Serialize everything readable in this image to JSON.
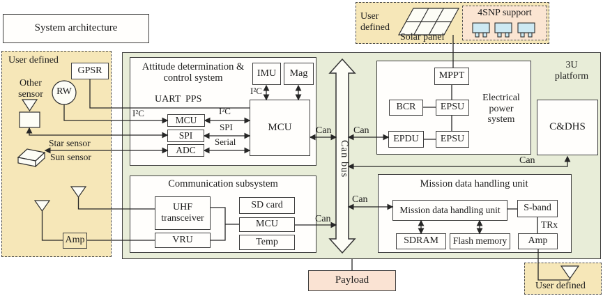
{
  "colors": {
    "panel_yellow": "#f6e7b8",
    "panel_green": "#e8edd8",
    "peach": "#fae3d3",
    "chip_blue": "#cde9f3",
    "line": "#262626"
  },
  "shared": {
    "can": "Can",
    "can_bus": "Can bus",
    "i2c": "I²C",
    "spi": "SPI",
    "mcu": "MCU",
    "amp": "Amp",
    "user_defined": "User defined"
  },
  "header": {
    "system_architecture": "System architecture"
  },
  "left_panel": {
    "gpsr": "GPSR",
    "rw": "RW",
    "other_sensor": "Other sensor",
    "star_sensor": "Star sensor",
    "sun_sensor": "Sun sensor"
  },
  "attitude": {
    "title": "Attitude determination & control system",
    "uart_pps": "UART  PPS",
    "imu": "IMU",
    "mag": "Mag",
    "adc": "ADC",
    "serial": "Serial"
  },
  "comm": {
    "title": "Communication subsystem",
    "uhf": "UHF transceiver",
    "vru": "VRU",
    "sd_card": "SD card",
    "temp": "Temp"
  },
  "eps": {
    "title": "Electrical power system",
    "mppt": "MPPT",
    "bcr": "BCR",
    "epsu_top": "EPSU",
    "epdu": "EPDU",
    "epsu_bottom": "EPSU"
  },
  "platform": {
    "label": "3U platform",
    "cdhs": "C&DHS"
  },
  "mission": {
    "title": "Mission data handling unit",
    "unit": "Mission data handling unit",
    "sband": "S-band",
    "sdram": "SDRAM",
    "flash": "Flash memory",
    "trx": "TRx"
  },
  "top_panel": {
    "solar_panel": "Solar panel",
    "snp_support": "4SNP support"
  },
  "payload": {
    "label": "Payload"
  }
}
